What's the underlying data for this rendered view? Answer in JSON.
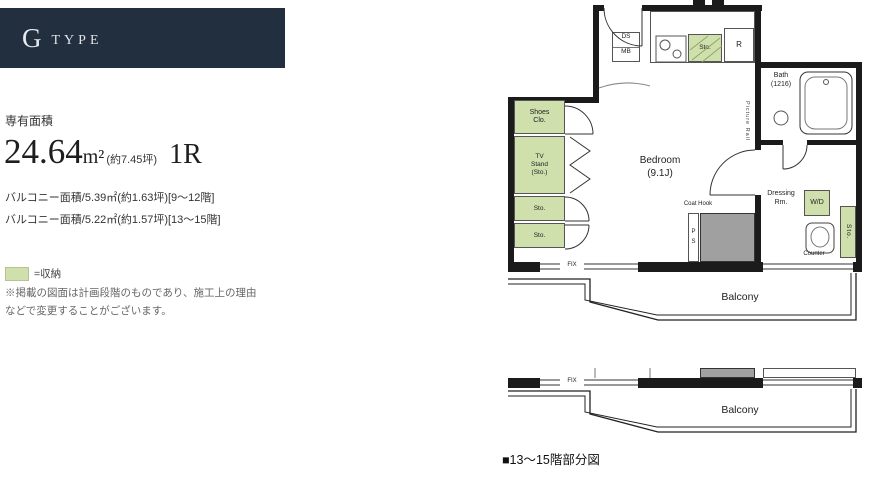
{
  "header": {
    "letter": "G",
    "word": "TYPE"
  },
  "info": {
    "area_label": "専有面積",
    "area_value": "24.64",
    "area_unit": "m²",
    "area_tsubo": "(約7.45坪)",
    "layout_type": "1R",
    "balcony_line1": "バルコニー面積/5.39㎡(約1.63坪)[9〜12階]",
    "balcony_line2": "バルコニー面積/5.22㎡(約1.57坪)[13〜15階]",
    "legend_label": "=収納",
    "note_line1": "※掲載の図面は計画段階のものであり、施工上の理由",
    "note_line2": "などで変更することがございます。"
  },
  "plan": {
    "ds": "DS",
    "mb": "MB",
    "kitchen_sto": "Sto.",
    "fridge": "R",
    "bath": "Bath\n(1216)",
    "shoes": "Shoes\nClo.",
    "tv_stand": "TV\nStand\n(Sto.)",
    "bedroom": "Bedroom\n(9.1J)",
    "picture_rail": "Picture Rail",
    "dressing": "Dressing\nRm.",
    "wd": "W/D",
    "coat_hook": "Coat Hook",
    "ps": "P\nS",
    "counter": "Counter",
    "sto1": "Sto.",
    "sto2": "Sto.",
    "right_sto": "Sto.",
    "fix1": "FIX",
    "fix2": "FIX",
    "balcony1": "Balcony",
    "balcony2": "Balcony",
    "caption": "■13〜15階部分図"
  },
  "colors": {
    "storage_green": "#cfe0ad",
    "header_navy": "#222f3f",
    "shaft_gray": "#a0a0a0",
    "wall_black": "#1b1b1b"
  }
}
